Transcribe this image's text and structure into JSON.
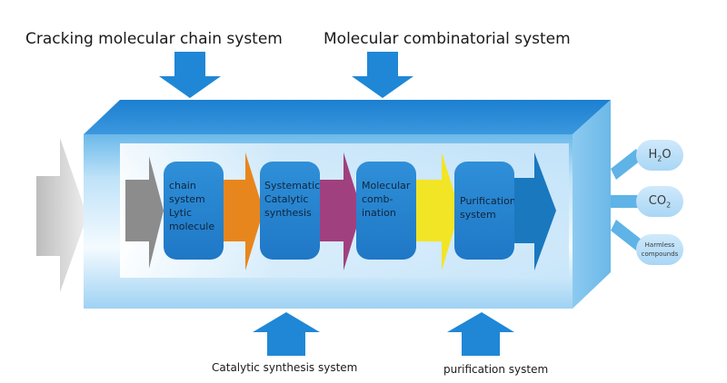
{
  "labels": {
    "top_left": "Cracking molecular chain system",
    "top_right": "Molecular combinatorial system",
    "bottom_left": "Catalytic synthesis system",
    "bottom_right": "purification system"
  },
  "stages": [
    {
      "lines": [
        "chain",
        "system",
        "Lytic",
        "molecule"
      ]
    },
    {
      "lines": [
        "Systematic",
        "Catalytic",
        "synthesis"
      ]
    },
    {
      "lines": [
        "Molecular",
        "comb-",
        "ination"
      ]
    },
    {
      "lines": [
        "Purification",
        "system"
      ]
    }
  ],
  "outputs": {
    "water": {
      "main": "H",
      "sub": "2",
      "tail": "O"
    },
    "co2": {
      "main": "CO",
      "sub": "2"
    },
    "harmless": {
      "line1": "Harmless",
      "line2": "compounds"
    }
  },
  "colors": {
    "chamber": "#5fb3e6",
    "chamber_top": "#2a8ad6",
    "arrow_blue": "#1f87d6",
    "input_arrow": "#d8d8d8",
    "gray": "#8c8c8c",
    "orange": "#e8861e",
    "magenta": "#a1407f",
    "yellow": "#f2e526",
    "exit_blue": "#1a78bf"
  }
}
